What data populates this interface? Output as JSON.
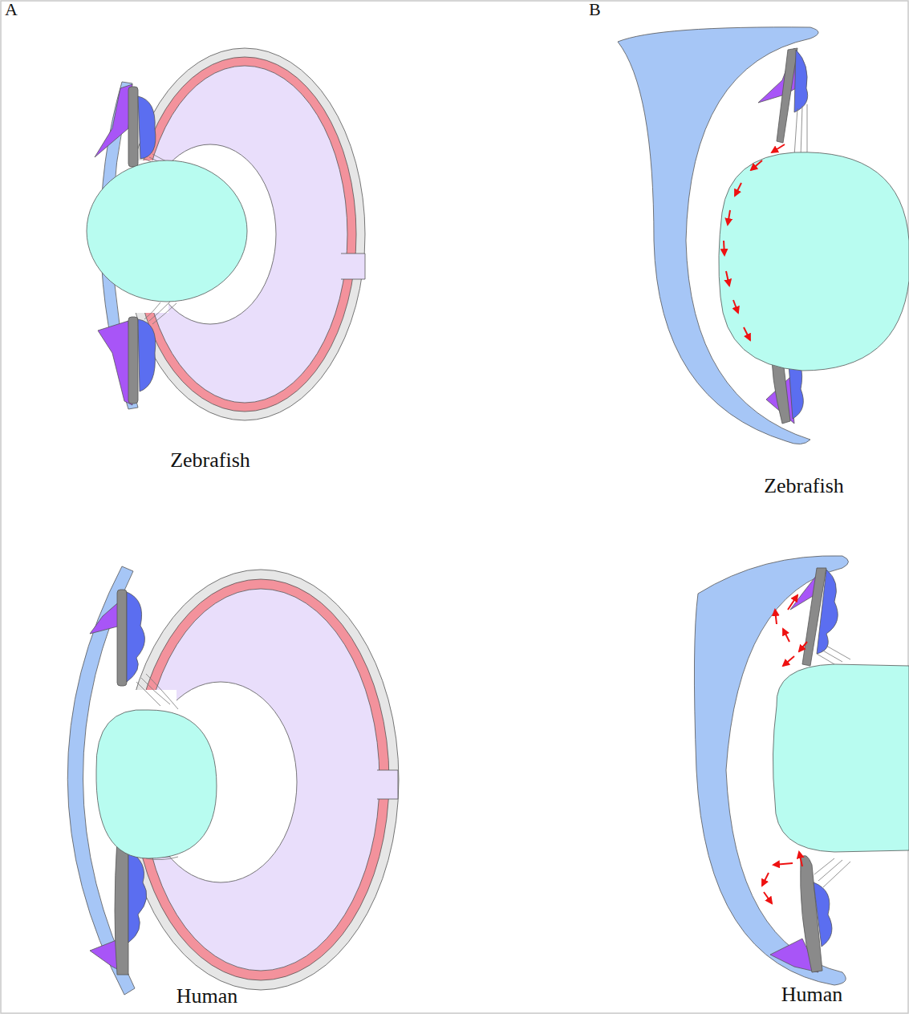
{
  "diagram": {
    "labels": [
      "A",
      "B",
      "Zebrafish",
      "Zebrafish",
      "Human",
      "Human"
    ]
  }
}
